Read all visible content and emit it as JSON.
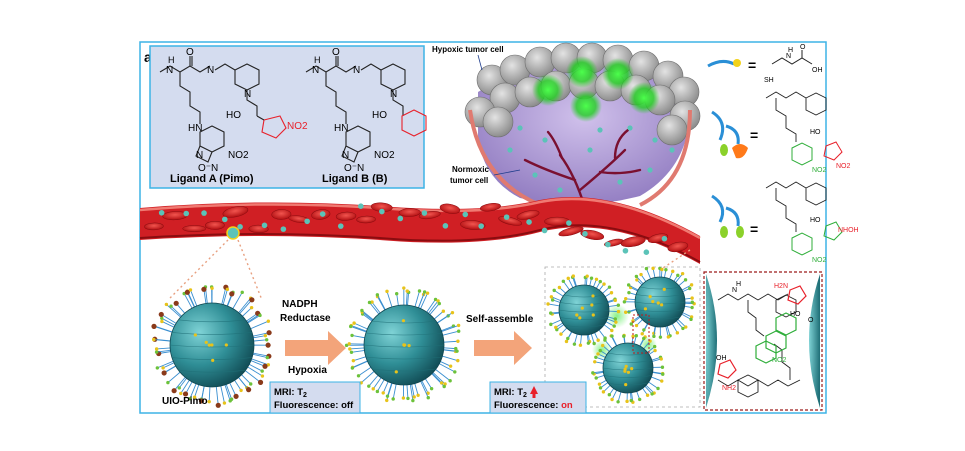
{
  "panel_label": "a",
  "ligand_a": {
    "name": "Ligand A (Pimo)",
    "atoms": {
      "o": "O",
      "n1": "N",
      "h1": "H",
      "n2": "N",
      "ho": "HO",
      "hn": "HN",
      "no2_red": "NO2",
      "no2": "NO2",
      "n3": "N",
      "n4": "N",
      "o_minus": "O⁻N"
    }
  },
  "ligand_b": {
    "name": "Ligand B (B)",
    "atoms": {
      "o": "O",
      "n1": "N",
      "h1": "H",
      "n2": "N",
      "ho": "HO",
      "hn": "HN",
      "no2": "NO2",
      "n3": "N",
      "n4": "N",
      "o_minus": "O⁻N"
    }
  },
  "tumor": {
    "hypoxic_label": "Hypoxic tumor cell",
    "normoxic_label_1": "Normoxic",
    "normoxic_label_2": "tumor cell"
  },
  "legend": {
    "eq": "=",
    "item1_atoms": {
      "sh": "SH",
      "o": "O",
      "oh": "OH",
      "h": "H",
      "n": "N"
    },
    "item2_atoms": {
      "no2": "NO2",
      "no2_red": "NO2",
      "ho": "HO"
    },
    "item3_atoms": {
      "nhoh": "NHOH",
      "ho": "HO",
      "no2": "NO2"
    }
  },
  "steps": {
    "uio_label": "UIO-Pimo",
    "arrow1_top1": "NADPH",
    "arrow1_top2": "Reductase",
    "arrow1_bottom": "Hypoxia",
    "arrow2_top": "Self-assemble"
  },
  "box1": {
    "mri": "MRI: T",
    "mri_sub": "2",
    "fluor_label": "Fluorescence: ",
    "fluor_value": "off"
  },
  "box2": {
    "mri": "MRI: T",
    "mri_sub": "2",
    "fluor_label": "Fluorescence: ",
    "fluor_value": "on"
  },
  "zoom_atoms": {
    "h2n": "H2N",
    "nh2": "NH2",
    "no2": "NO2",
    "ho": "HO",
    "oh": "OH",
    "o": "O",
    "n": "N",
    "h": "H"
  },
  "colors": {
    "frame": "#3db3e6",
    "ligand_panel": "#d4dcef",
    "vessel": "#c8171a",
    "nanoparticle": "#2f8e96",
    "arrow": "#f3a47a",
    "red_text": "#e8202a",
    "green_text": "#2fae3a"
  }
}
